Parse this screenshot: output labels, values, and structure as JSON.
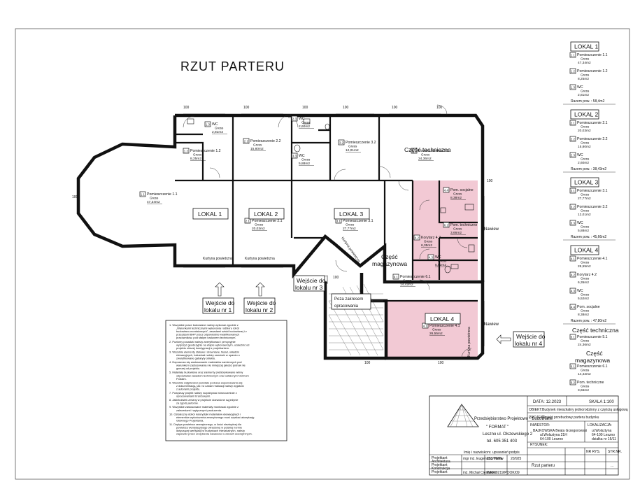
{
  "drawing_title": "RZUT PARTERU",
  "rooms": [
    {
      "num": "1.1",
      "name": "Pomieszczenie 1.1",
      "floor": "Gress",
      "area": "47,34m2"
    },
    {
      "num": "1.2",
      "name": "Pomieszczenie 1.2",
      "floor": "Gress",
      "area": "8,25m2"
    },
    {
      "num": "1.3",
      "name": "WC",
      "floor": "Gress",
      "area": "2,81m2"
    },
    {
      "num": "2.1",
      "name": "Pomieszczenie 2.1",
      "floor": "Gress",
      "area": "20,03m2"
    },
    {
      "num": "2.2",
      "name": "Pomieszczenie 2.2",
      "floor": "Gress",
      "area": "15,80m2"
    },
    {
      "num": "2.3",
      "name": "WC",
      "floor": "Gress",
      "area": "2,60m2"
    },
    {
      "num": "3.1",
      "name": "Pomieszczenie 3.1",
      "floor": "Gress",
      "area": "27,77m2"
    },
    {
      "num": "3.2",
      "name": "Pomieszczenie 3.2",
      "floor": "Gress",
      "area": "12,01m2"
    },
    {
      "num": "3.3",
      "name": "WC",
      "floor": "Gress",
      "area": "5,88m2"
    },
    {
      "num": "4.1",
      "name": "Pomieszczenie 4.1",
      "floor": "Gress",
      "area": "26,55m2"
    },
    {
      "num": "4.2",
      "name": "Korytarz 4.2",
      "floor": "Gress",
      "area": "6,35m2"
    },
    {
      "num": "4.3",
      "name": "WC",
      "floor": "Gress",
      "area": "5,52m2"
    },
    {
      "num": "4.4",
      "name": "Pom. socjalne",
      "floor": "Gress",
      "area": "8,38m2"
    },
    {
      "num": "5.1",
      "name": "Pomieszczenie 5.1",
      "floor": "Gress",
      "area": "24,36m2"
    },
    {
      "num": "6.1",
      "name": "Pomieszczenie 6.1",
      "floor": "Gress",
      "area": "14,42m2"
    },
    {
      "num": "6.2",
      "name": "Pom. techniczne",
      "floor": "Gress",
      "area": "3,66m2"
    }
  ],
  "plan_labels": {
    "lokal1": "LOKAL 1",
    "lokal2": "LOKAL 2",
    "lokal3": "LOKAL 3",
    "lokal4": "LOKAL 4",
    "czesc_techniczna": "Część techniczna",
    "czesc_magazynowa_1": "Część",
    "czesc_magazynowa_2": "magazynowa",
    "kurtyna": "Kurtyna powietrzna",
    "nawiew": "Nawiew",
    "poza_1": "Poza zakresem",
    "poza_2": "opracowania",
    "wejscie_1": "Wejście do",
    "wejscie_2": "lokalu nr 1",
    "wejscie2_2": "lokalu nr 2",
    "wejscie3_2": "lokalu nr 3",
    "wejscie4_2": "lokalu nr 4"
  },
  "legend": {
    "lokal1": {
      "title": "LOKAL 1",
      "items": [
        [
          "1.1",
          "Pomieszczenie 1.1",
          "Gress",
          "47,34m2"
        ],
        [
          "1.2",
          "Pomieszczenie 1.2",
          "Gress",
          "8,25m2"
        ],
        [
          "1.3",
          "WC",
          "Gress",
          "2,81m2"
        ]
      ],
      "total": "Razem pow. : 58,4m2"
    },
    "lokal2": {
      "title": "LOKAL 2",
      "items": [
        [
          "2.1",
          "Pomieszczenie 2.1",
          "Gress",
          "20,03m2"
        ],
        [
          "2.2",
          "Pomieszczenie 2.2",
          "Gress",
          "15,80m2"
        ],
        [
          "2.3",
          "WC",
          "Gress",
          "2,60m2"
        ]
      ],
      "total": "Razem pow. : 38,43m2"
    },
    "lokal3": {
      "title": "LOKAL 3",
      "items": [
        [
          "3.1",
          "Pomieszczenie 3.1",
          "Gress",
          "27,77m2"
        ],
        [
          "3.2",
          "Pomieszczenie 3.2",
          "Gress",
          "12,01m2"
        ],
        [
          "3.3",
          "WC",
          "Gress",
          "5,88m2"
        ]
      ],
      "total": "Razem pow. : 45,66m2"
    },
    "lokal4": {
      "title": "LOKAL 4",
      "items": [
        [
          "4.1",
          "Pomieszczenie 4.1",
          "Gress",
          "26,55m2"
        ],
        [
          "4.2",
          "Korytarz 4.2",
          "Gress",
          "6,35m2"
        ],
        [
          "4.3",
          "WC",
          "Gress",
          "5,52m2"
        ],
        [
          "4.4",
          "Pom. socjalne",
          "Gress",
          "8,38m2"
        ]
      ],
      "total": "Razem pow. : 47,80m2"
    },
    "tech_title": "Część techniczna",
    "tech_item": [
      "5.1",
      "Pomieszczenie 5.1",
      "Gress",
      "24,36m2"
    ],
    "mag_title_1": "Część",
    "mag_title_2": "magazynowa",
    "mag_items": [
      [
        "6.1",
        "Pomieszczenie 6.1",
        "Gress",
        "14,42m2"
      ],
      [
        "6.2",
        "Pom. techniczne",
        "Gress",
        "3,66m2"
      ]
    ]
  },
  "notes": [
    "1.  Wszystkie prace budowlane należy wykonać zgodnie z „Warunkami technicznymi wykonania i odbioru robót budowlano-montażowych”, zasadami sztuki budowlanej i z przepisami BHP przez odpowiednio kwalifikowanych pracowników, pod stałym nadzorem technicznym.",
    "2.  Poziomy posadzki należy zweryfikować i precyzyjnie wytyczyć geodezyjnie na etapie wykonawczym, uzależnić od projektu niższej kondygnacji z projektantem.",
    "3.  Wszelkie elementy stalowe i drewniane, fasad, okładzin elewacyjnych, balustrad należy zamówić w oparciu o zweryfikowane gabaryty obiektu.",
    "4.  Dopuszcza się zastosowanie materiałów zamiennych pod warunkiem zastosowania nie mniejszej jakości jednak nie gorszej od projektu.",
    "5.  Materiały budowlane oraz elementy prefabrykowane winny odpowiadać zasadom technicznym oraz ustalonym Normom Polskim.",
    "6.  Wszelkie wątpliwości powstałe podczas zapoznawania się z dokumentacją, jak i w czasie realizacji należy wyjaśnić z autorami projektu.",
    "7.  Powyższy projekt należy rozpatrywać równocześnie z opracowaniami branżowymi.",
    "8.  Jakiekolwiek zmiany w projekcie dozwolone są jedynie za zgodą autorów.",
    "9.  Wszystkie zastosowane materiały montować zgodnie z zaleceniami i wytycznymi producenta.",
    "10. Ostateczny dobór kolorystyki materiałów elewacyjnych i elementów wykończenia zewnętrznego musi uzyskać akceptację Głównego Projektanta.",
    "11. Dopływ powietrza zewnętrznego, w ilości niezbędnej dla powietrza wentylacyjnego określonej w polskiej normie dotyczącej wentylacji w budynkach mieszkalnych, należy zapewnić przez urządzenia nawiewne w oknach zewnętrznych."
  ],
  "title_block": {
    "office": "Przedsiębiorstwo Projektowo - Budowlane",
    "office_name": "\" FORMAT \"",
    "address": "Leszno ul. Olszewskiego 2",
    "phone": "tel. 605 351 403",
    "date": "DATA: 12.2023",
    "scale": "SKALA 1:100",
    "obiekt_label": "OBIEKT:",
    "obiekt": "Budynek mieszkalny jednorodzinny z częścią usługową",
    "projekt_label": "PROJEKT:",
    "projekt": "Projekt przebudowy parteru budynku",
    "inwestor_label": "INWESTOR:",
    "inwestor": "BAJKOWSKA Beata Grzegorowski",
    "inwestor_addr": "ul.Wolsztyna 21H",
    "inwestor_city": "64-100 Leszno",
    "lokalizacja_label": "LOKALIZACJA:",
    "lokalizacja": "ul.Wolsztyna",
    "lokalizacja_city": "64-100 Leszno",
    "dzialka": "działka nr 15/11",
    "rola1": "Projektant",
    "rola1b": "Architektura",
    "rola2": "Projektant",
    "rola2b": "Konstrukcja",
    "rola3": "Projektant",
    "rola3b": "Sprawdzający",
    "col_imie": "Imię i nazwisko",
    "col_upr": "nr. uprawnień",
    "col_podpis": "podpis",
    "person1": "mgr inż. Eugeniusz Wilda",
    "person1_upr": "253/76/Pw",
    "person1_date": "20/925",
    "person2": "inż. Michał Cieślakow",
    "person2_upr": "WKP/0219/POOK/09",
    "rysunek_label": "RYSUNEK:",
    "rysunek": "Rzut parteru",
    "nr_rys_label": "NR RYS.",
    "str_label": "STR.NR.",
    "str_value": "..."
  }
}
